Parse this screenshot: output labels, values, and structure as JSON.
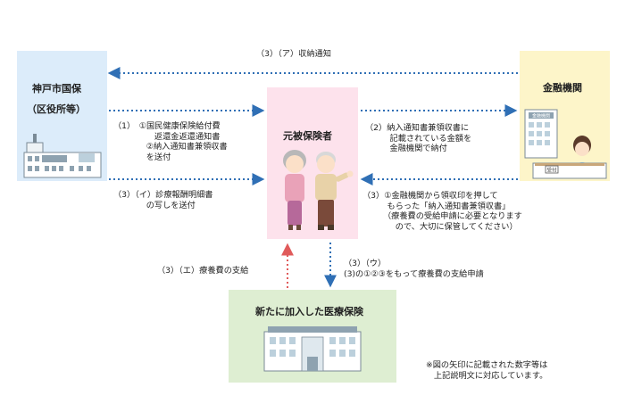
{
  "nodes": {
    "kobe": {
      "title": "神戸市国保",
      "subtitle": "（区役所等）"
    },
    "kinyu": {
      "title": "金融機関",
      "building_sign": "金融機関",
      "counter_sign": "受付"
    },
    "moto": {
      "title": "元被保険者"
    },
    "shin": {
      "title": "新たに加入した医療保険"
    }
  },
  "arrows": {
    "top": {
      "text": "（3）（ア）収納通知"
    },
    "left1": {
      "lines": [
        "（1）　①国民健康保険給付費",
        "　　　　　返還金返還通知書",
        "　　　　②納入通知書兼領収書",
        "　　　　を送付"
      ]
    },
    "left2": {
      "lines": [
        "（3）（イ）診療報酬明細書",
        "　　　　の写しを送付"
      ]
    },
    "right1": {
      "lines": [
        "（2）納入通知書兼領収書に",
        "　　　記載されている金額を",
        "　　　金融機関で納付"
      ]
    },
    "right2": {
      "lines": [
        "（3）①金融機関から領収印を押して",
        "　　　もらった「納入通知書兼領収書」",
        "　　　（療養費の受給申請に必要となります",
        "　　　　ので、大切に保管してください）"
      ]
    },
    "up": {
      "text": "（3）（エ）療養費の支給"
    },
    "down": {
      "lines": [
        "（3）（ウ）",
        "(3)の①②③をもって療養費の支給申請"
      ]
    }
  },
  "footnote": {
    "lines": [
      "※図の矢印に記載された数字等は",
      "上記説明文に対応しています。"
    ]
  },
  "colors": {
    "blue_box": "#dcecfa",
    "yellow_box": "#fdf5c9",
    "pink_box": "#fde2ec",
    "green_box": "#deeed2",
    "arrow_blue": "#2f6fb5",
    "arrow_red": "#e05a5a"
  }
}
